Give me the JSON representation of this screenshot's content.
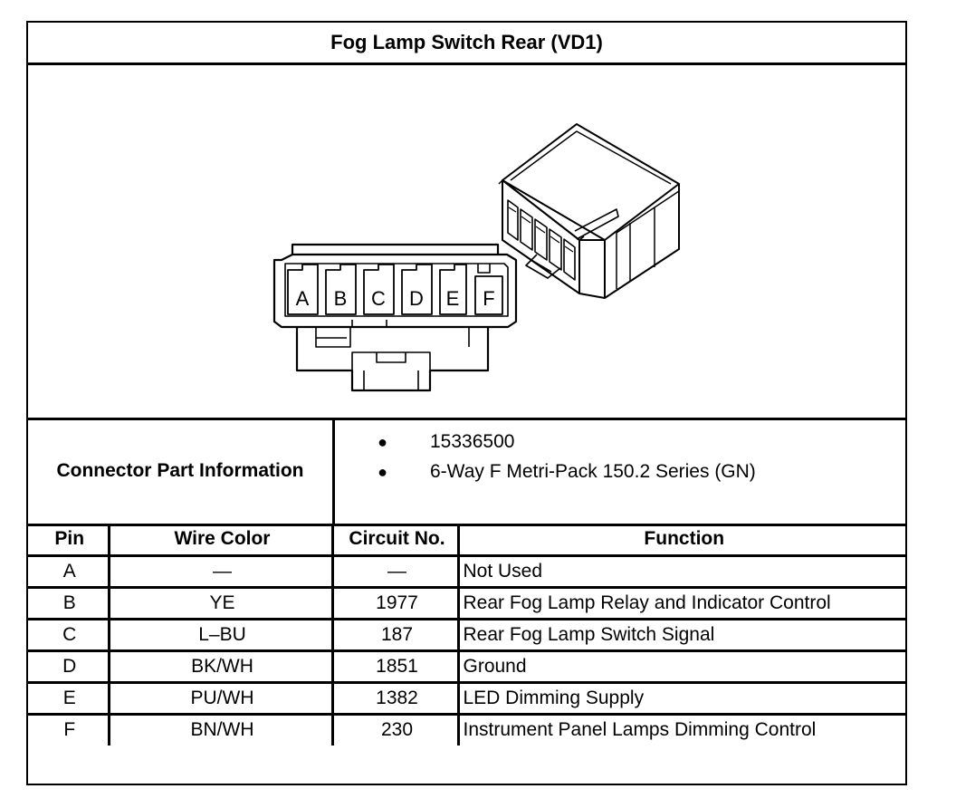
{
  "title": "Fog Lamp Switch Rear (VD1)",
  "connector": {
    "label": "Connector Part Information",
    "items": [
      "15336500",
      "6-Way F Metri-Pack 150.2 Series (GN)"
    ]
  },
  "figure": {
    "cavity_labels": [
      "A",
      "B",
      "C",
      "D",
      "E",
      "F"
    ]
  },
  "table": {
    "headers": [
      "Pin",
      "Wire Color",
      "Circuit No.",
      "Function"
    ],
    "rows": [
      [
        "A",
        "—",
        "—",
        "Not Used"
      ],
      [
        "B",
        "YE",
        "1977",
        "Rear Fog Lamp Relay and Indicator Control"
      ],
      [
        "C",
        "L–BU",
        "187",
        "Rear Fog Lamp Switch Signal"
      ],
      [
        "D",
        "BK/WH",
        "1851",
        "Ground"
      ],
      [
        "E",
        "PU/WH",
        "1382",
        "LED Dimming Supply"
      ],
      [
        "F",
        "BN/WH",
        "230",
        "Instrument Panel Lamps Dimming Control"
      ]
    ]
  }
}
